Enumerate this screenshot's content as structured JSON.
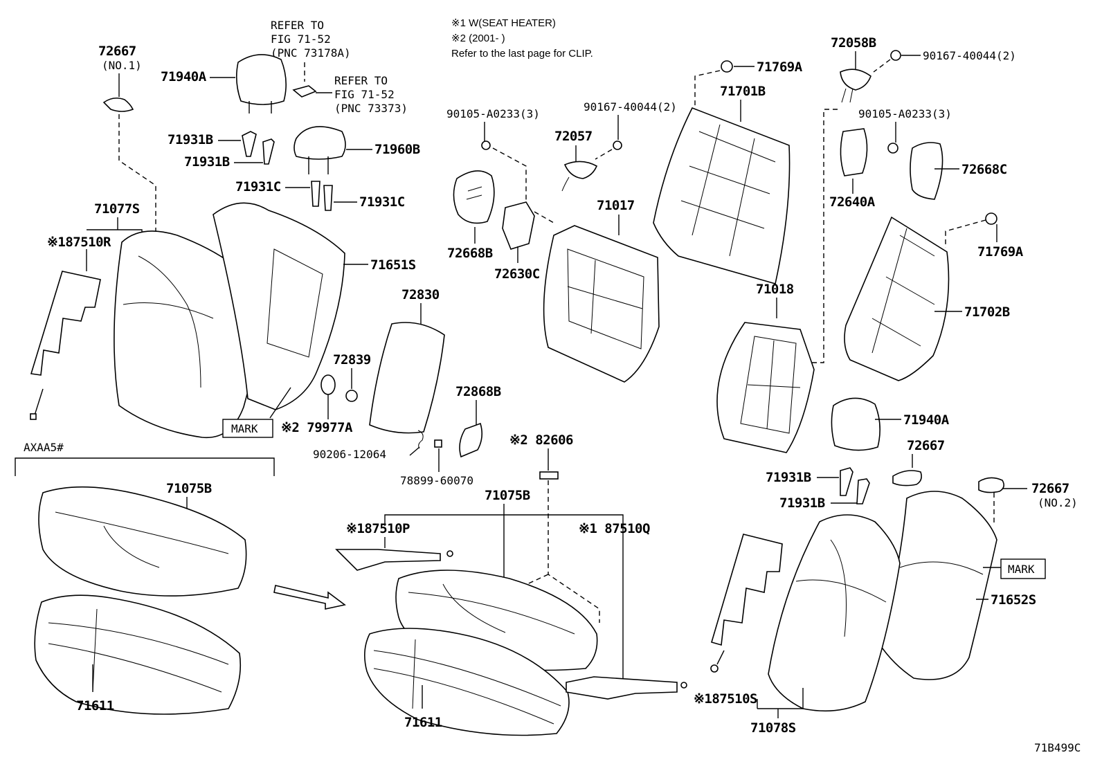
{
  "notes": {
    "line1": "※1  W(SEAT HEATER)",
    "line2": "※2 (2001-      )",
    "line3": "Refer to the last page for CLIP."
  },
  "refs": {
    "ref1": [
      "REFER TO",
      "FIG 71-52",
      "(PNC 73178A)"
    ],
    "ref2": [
      "REFER TO",
      "FIG 71-52",
      "(PNC 73373)"
    ]
  },
  "variant_label": "AXAA5#",
  "mark_label": "MARK",
  "figure_code": "71B499C",
  "parts": {
    "p72667_left": "72667",
    "p72667_left_sub": "(NO.1)",
    "p71940A_top": "71940A",
    "p71931B_a": "71931B",
    "p71931B_b": "71931B",
    "p71960B": "71960B",
    "p71931C_a": "71931C",
    "p71931C_b": "71931C",
    "p71077S": "71077S",
    "p87510R": "※187510R",
    "p71651S": "71651S",
    "p72830": "72830",
    "p72839": "72839",
    "p79977A": "※2 79977A",
    "p90206": "90206-12064",
    "p78899": "78899-60070",
    "p72868B": "72868B",
    "p82606": "※2 82606",
    "p90105_left": "90105-A0233(3)",
    "p90167_mid": "90167-40044(2)",
    "p72057": "72057",
    "p72668B": "72668B",
    "p72630C": "72630C",
    "p71017": "71017",
    "p71769A_top": "71769A",
    "p71701B": "71701B",
    "p71018": "71018",
    "p72058B": "72058B",
    "p90167_right": "90167-40044(2)",
    "p90105_right": "90105-A0233(3)",
    "p72668C": "72668C",
    "p72640A": "72640A",
    "p71769A_right": "71769A",
    "p71702B": "71702B",
    "p71940A_right": "71940A",
    "p72667_mid": "72667",
    "p71931B_c": "71931B",
    "p71931B_d": "71931B",
    "p72667_right": "72667",
    "p72667_right_sub": "(NO.2)",
    "p71652S": "71652S",
    "p71075B_left": "71075B",
    "p71611_left": "71611",
    "p71075B_mid": "71075B",
    "p87510P": "※187510P",
    "p87510Q": "※1 87510Q",
    "p71611_mid": "71611",
    "p87510S": "※187510S",
    "p71078S": "71078S"
  }
}
